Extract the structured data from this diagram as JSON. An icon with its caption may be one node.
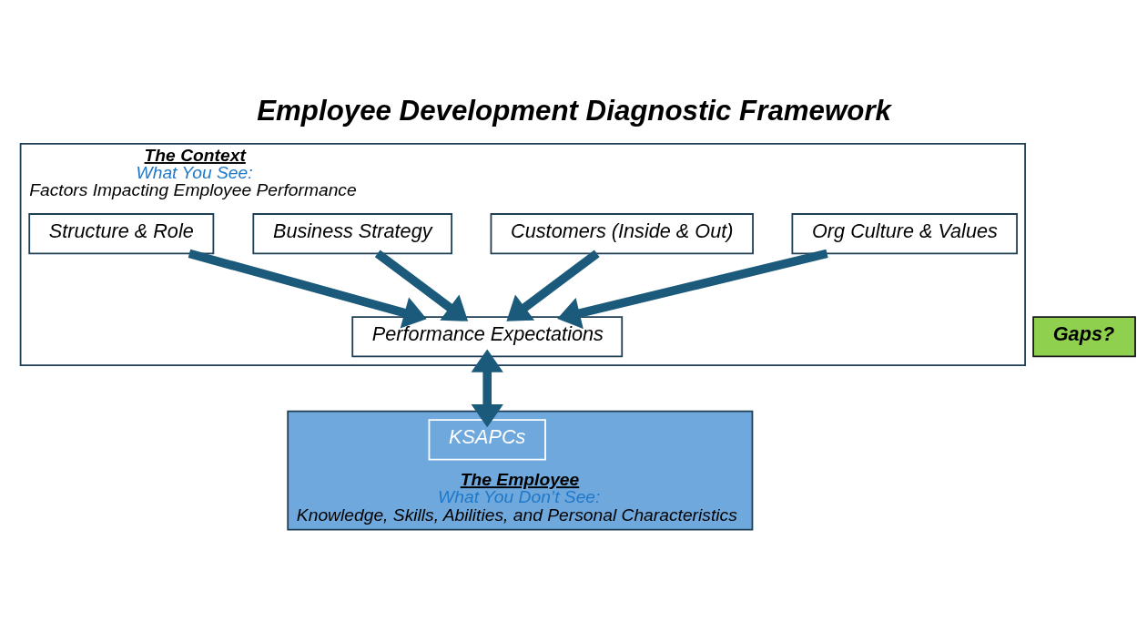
{
  "diagram": {
    "title": "Employee Development Diagnostic Framework",
    "nodes": [
      {
        "text": [
          "The Context",
          "What You See:",
          "Factors Impacting Employee Performance"
        ]
      },
      {
        "text": [
          "Business Strategy"
        ],
        "in": 0
      },
      {
        "text": [
          "Customers (Inside & Out)"
        ],
        "in": 0
      },
      {
        "text": [
          "Structure & Role"
        ],
        "in": 0
      },
      {
        "text": [
          "Org Culture & Values"
        ],
        "in": 0
      },
      {
        "text": [
          "Performance Expectations"
        ],
        "in": 0
      },
      {
        "text": [
          "The Employee",
          "What You Don’t See:",
          "Knowledge, Skills, Abilities, and Personal Characteristics"
        ]
      },
      {
        "text": [
          "KSAPCs"
        ],
        "in": 6
      },
      {
        "text": [
          "Gaps?"
        ]
      }
    ],
    "edges": [
      {
        "from": 3,
        "to": 5,
        "arrow": "to"
      },
      {
        "from": 1,
        "to": 5,
        "arrow": "to"
      },
      {
        "from": 2,
        "to": 5,
        "arrow": "to"
      },
      {
        "from": 4,
        "to": 5,
        "arrow": "to"
      },
      {
        "from": 5,
        "to": 7,
        "arrow": "both"
      }
    ]
  }
}
